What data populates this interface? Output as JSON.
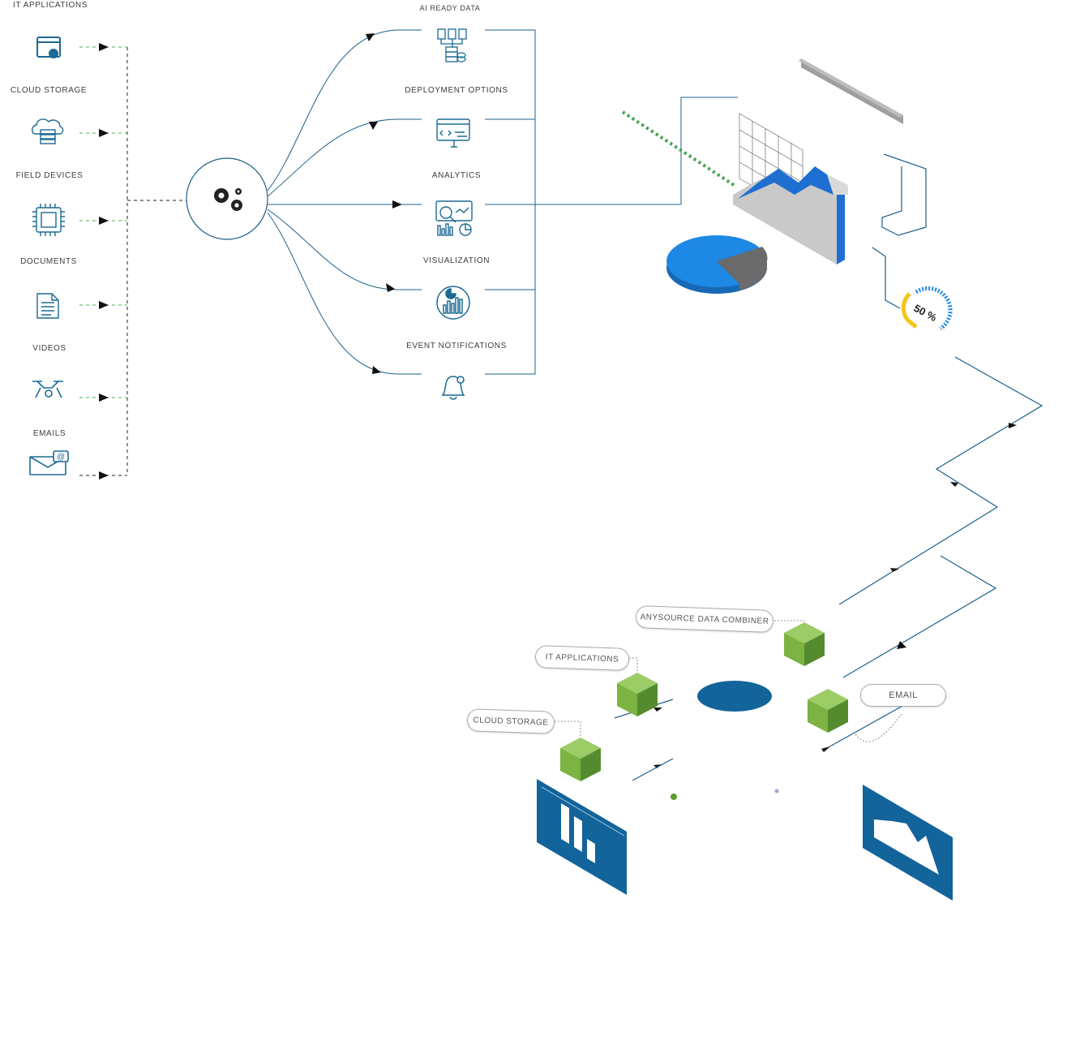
{
  "sources": [
    {
      "label": "IT APPLICATIONS",
      "icon": "app-window-gear-icon"
    },
    {
      "label": "CLOUD STORAGE",
      "icon": "cloud-server-icon"
    },
    {
      "label": "FIELD DEVICES",
      "icon": "chip-icon"
    },
    {
      "label": "DOCUMENTS",
      "icon": "document-icon"
    },
    {
      "label": "VIDEOS",
      "icon": "drone-camera-icon"
    },
    {
      "label": "EMAILS",
      "icon": "email-at-icon"
    }
  ],
  "hub": {
    "icon": "gears-icon"
  },
  "outputs": [
    {
      "label": "AI READY DATA",
      "icon": "data-docs-database-icon"
    },
    {
      "label": "DEPLOYMENT OPTIONS",
      "icon": "code-window-icon"
    },
    {
      "label": "ANALYTICS",
      "icon": "analytics-dashboard-icon"
    },
    {
      "label": "VISUALIZATION",
      "icon": "chart-circle-icon"
    },
    {
      "label": "EVENT NOTIFICATIONS",
      "icon": "bell-icon"
    }
  ],
  "gauge": {
    "text": "50 %"
  },
  "pills": {
    "combiner": "ANYSOURCE DATA COMBINER",
    "it_apps": "IT APPLICATIONS",
    "cloud": "CLOUD STORAGE",
    "email": "EMAIL"
  },
  "colors": {
    "line": "#1d5f8a",
    "icon": "#1b6a93",
    "green_dash": "#4caf50",
    "cube": "#7cb342",
    "panel": "#12649b",
    "pie_blue": "#1e88e5",
    "pie_gray": "#6b6b6b",
    "gauge_yellow": "#f5c518"
  }
}
